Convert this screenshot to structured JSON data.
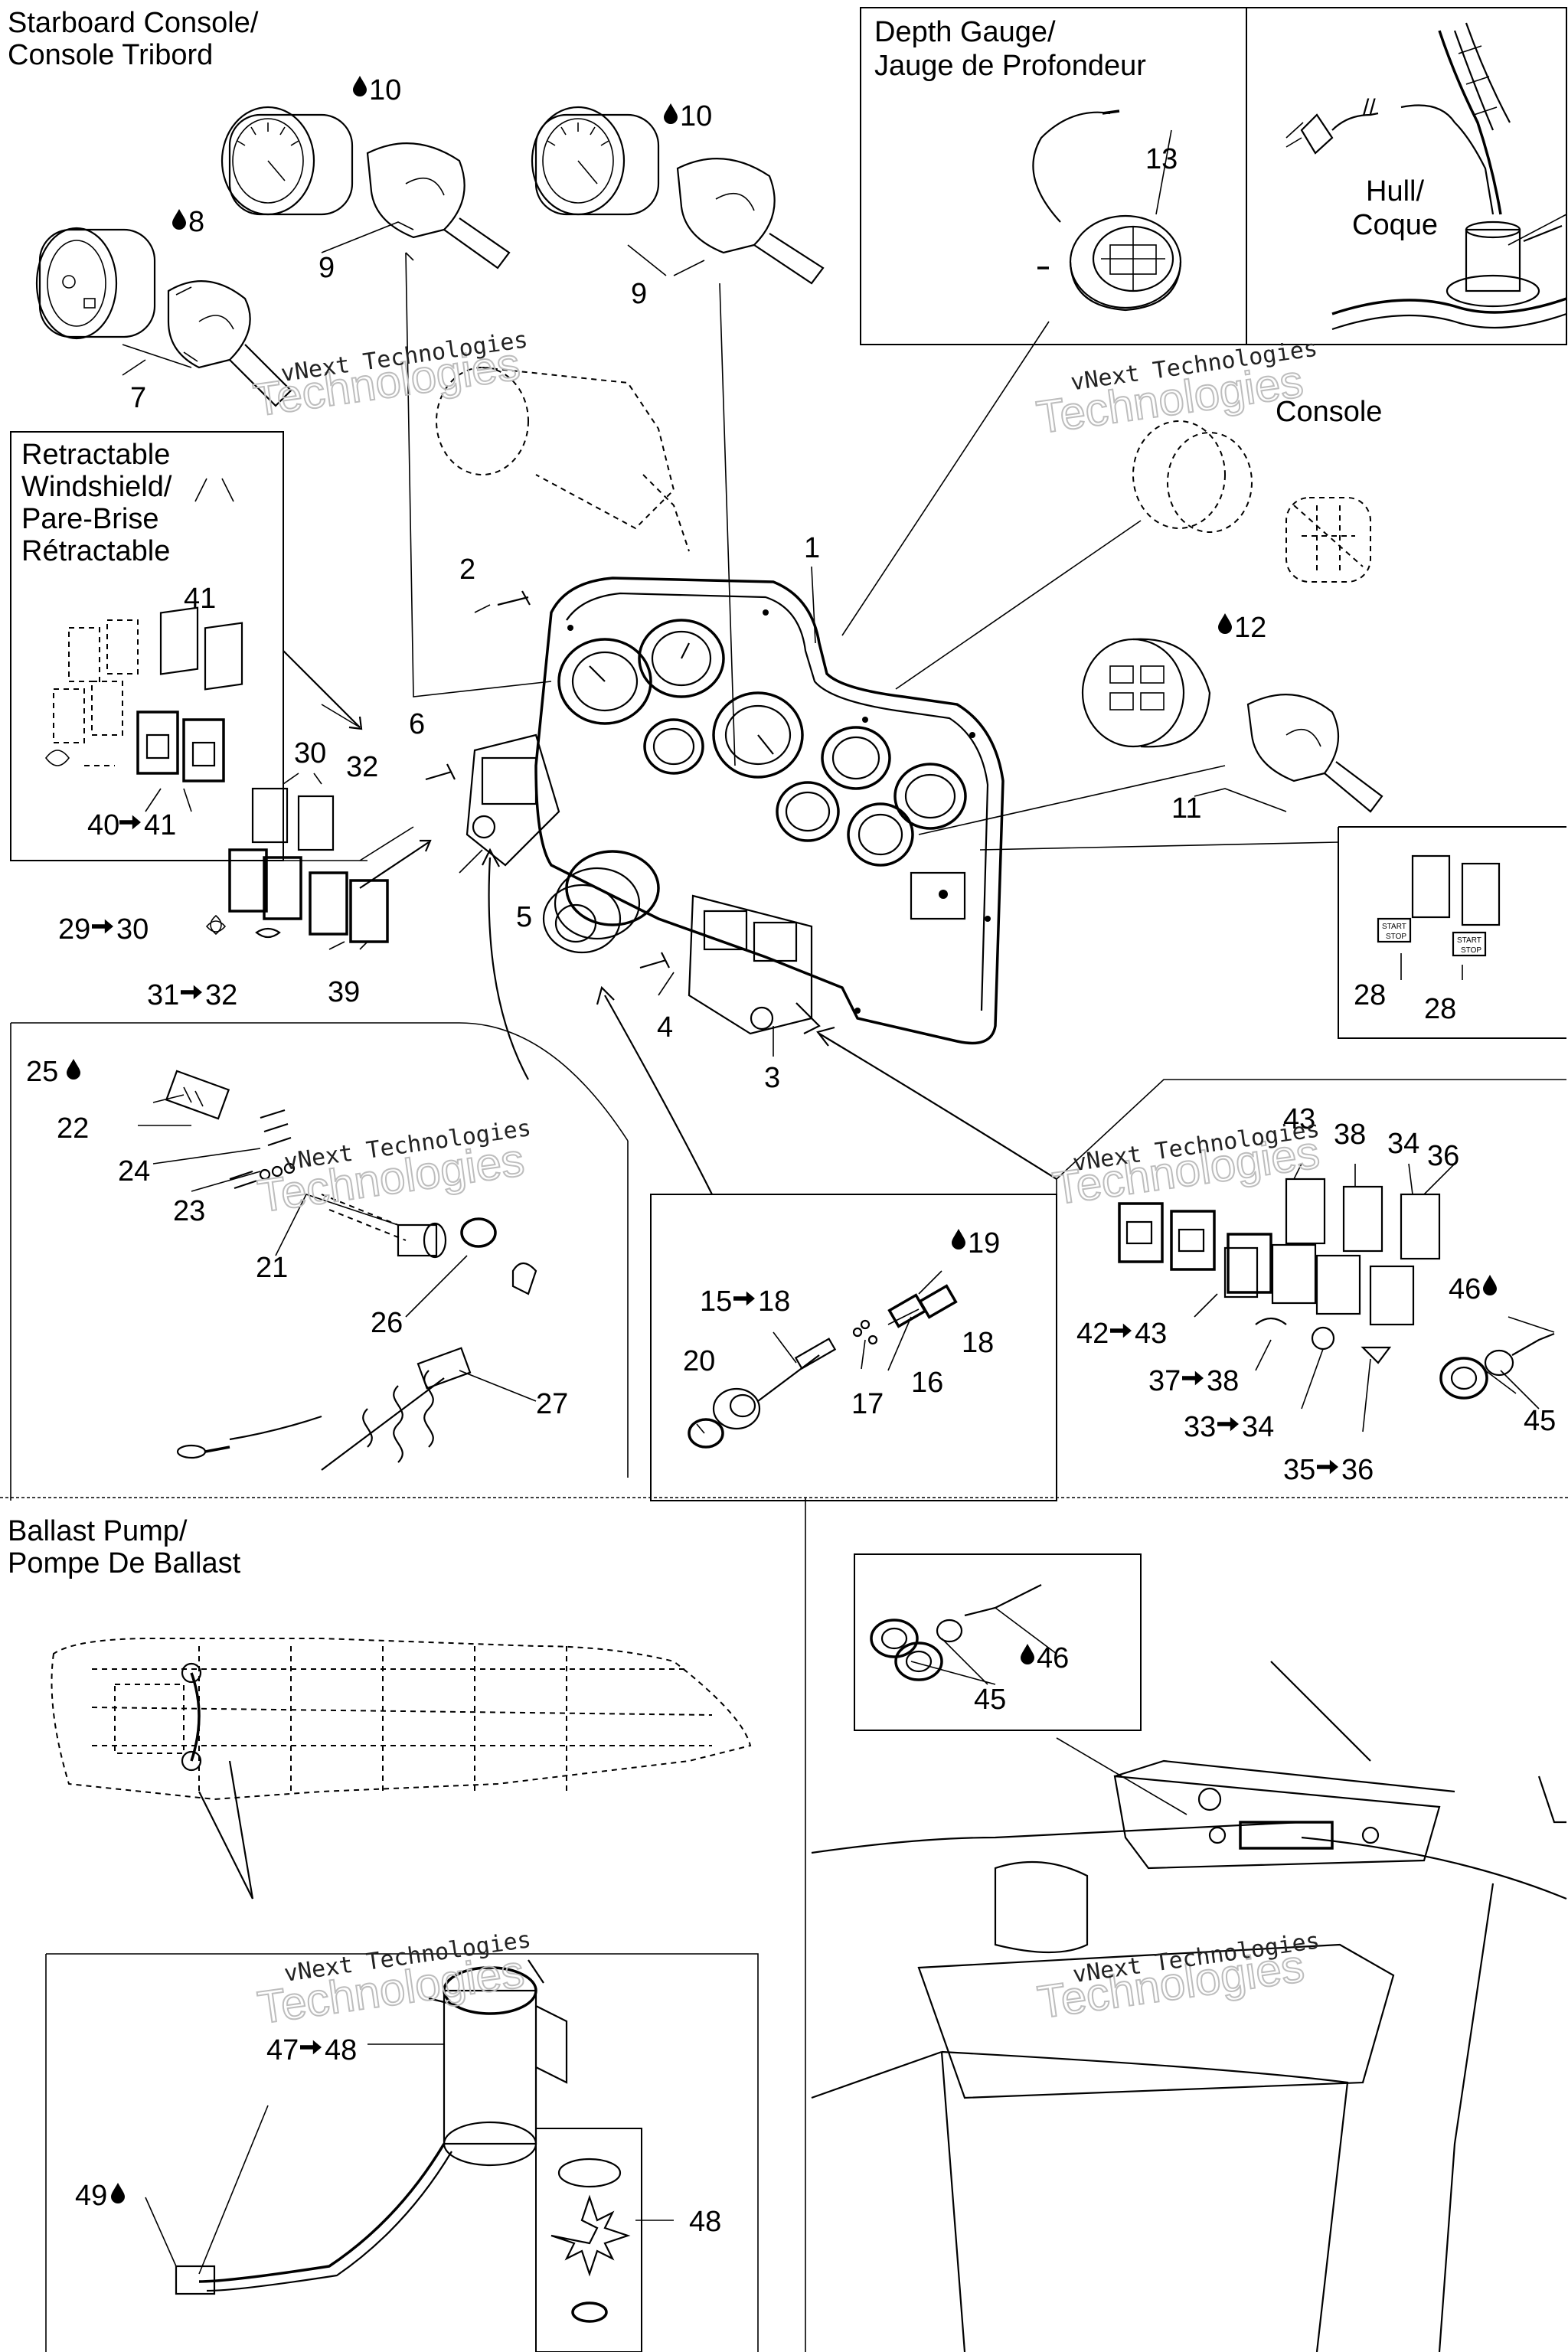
{
  "sections": {
    "starboard_console": [
      "Starboard Console/",
      "Console Tribord"
    ],
    "depth_gauge": [
      "Depth Gauge/",
      "Jauge de Profondeur"
    ],
    "hull": [
      "Hull/",
      "Coque"
    ],
    "console": "Console",
    "retractable_windshield": [
      "Retractable",
      "Windshield/",
      "Pare-Brise",
      "Rétractable"
    ],
    "ballast_pump": [
      "Ballast Pump/",
      "Pompe De Ballast"
    ]
  },
  "watermark": {
    "line1": "vNext Technologies",
    "line2": "Technologies",
    "ghost_top": "vNext"
  },
  "switch_labels": {
    "start_stop": [
      "START",
      "STOP"
    ]
  },
  "icons": {
    "droplet": "fluid-droplet-icon",
    "arrow": "replacement-arrow-icon"
  },
  "callouts": {
    "c10a": "10",
    "c10b": "10",
    "c8": "8",
    "c9a": "9",
    "c9b": "9",
    "c7": "7",
    "c13": "13",
    "c1": "1",
    "c2": "2",
    "c12": "12",
    "c11": "11",
    "c41": "41",
    "c40_41": [
      "40",
      "41"
    ],
    "c30": "30",
    "c32": "32",
    "c6": "6",
    "c29_30": [
      "29",
      "30"
    ],
    "c31_32": [
      "31",
      "32"
    ],
    "c39": "39",
    "c5": "5",
    "c4": "4",
    "c3": "3",
    "c28a": "28",
    "c28b": "28",
    "c25": "25",
    "c22": "22",
    "c24": "24",
    "c23": "23",
    "c21": "21",
    "c26": "26",
    "c27": "27",
    "c19": "19",
    "c15_18": [
      "15",
      "18"
    ],
    "c18": "18",
    "c20": "20",
    "c16": "16",
    "c17": "17",
    "c43": "43",
    "c38": "38",
    "c34": "34",
    "c36": "36",
    "c46a": "46",
    "c42_43": [
      "42",
      "43"
    ],
    "c37_38": [
      "37",
      "38"
    ],
    "c33_34": [
      "33",
      "34"
    ],
    "c35_36": [
      "35",
      "36"
    ],
    "c45a": "45",
    "c46b": "46",
    "c45b": "45",
    "c47_48": [
      "47",
      "48"
    ],
    "c49": "49",
    "c48": "48"
  }
}
